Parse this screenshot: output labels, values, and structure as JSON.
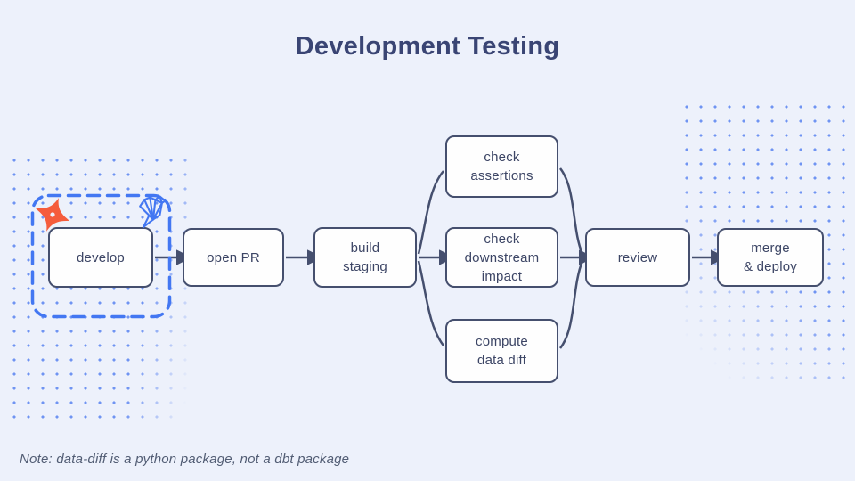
{
  "title": "Development Testing",
  "note": "Note: data-diff is a python package, not a dbt package",
  "colors": {
    "background": "#edf1fb",
    "node_fill": "#fefefe",
    "node_border": "#454f6e",
    "node_text": "#3c4565",
    "title_text": "#3a4574",
    "connector": "#454f6e",
    "highlight_dashed": "#4377f2",
    "dots": "#4c79f0",
    "note_text": "#525d74"
  },
  "flow": {
    "nodes": [
      {
        "id": "develop",
        "label": "develop"
      },
      {
        "id": "open-pr",
        "label": "open PR"
      },
      {
        "id": "build-staging",
        "label": "build\nstaging"
      },
      {
        "id": "check-assertions",
        "label": "check\nassertions"
      },
      {
        "id": "check-downstream-impact",
        "label": "check\ndownstream\nimpact"
      },
      {
        "id": "compute-data-diff",
        "label": "compute\ndata diff"
      },
      {
        "id": "review",
        "label": "review"
      },
      {
        "id": "merge-deploy",
        "label": "merge\n& deploy"
      }
    ],
    "edges": [
      {
        "from": "develop",
        "to": "open-pr"
      },
      {
        "from": "open-pr",
        "to": "build-staging"
      },
      {
        "from": "build-staging",
        "to": "check-assertions"
      },
      {
        "from": "build-staging",
        "to": "check-downstream-impact"
      },
      {
        "from": "build-staging",
        "to": "compute-data-diff"
      },
      {
        "from": "check-assertions",
        "to": "review"
      },
      {
        "from": "check-downstream-impact",
        "to": "review"
      },
      {
        "from": "compute-data-diff",
        "to": "review"
      },
      {
        "from": "review",
        "to": "merge-deploy"
      }
    ]
  },
  "icons": [
    {
      "name": "dbt-star-icon",
      "color": "#f55c3c"
    },
    {
      "name": "origami-crane-icon",
      "color": "#4377f2"
    }
  ]
}
